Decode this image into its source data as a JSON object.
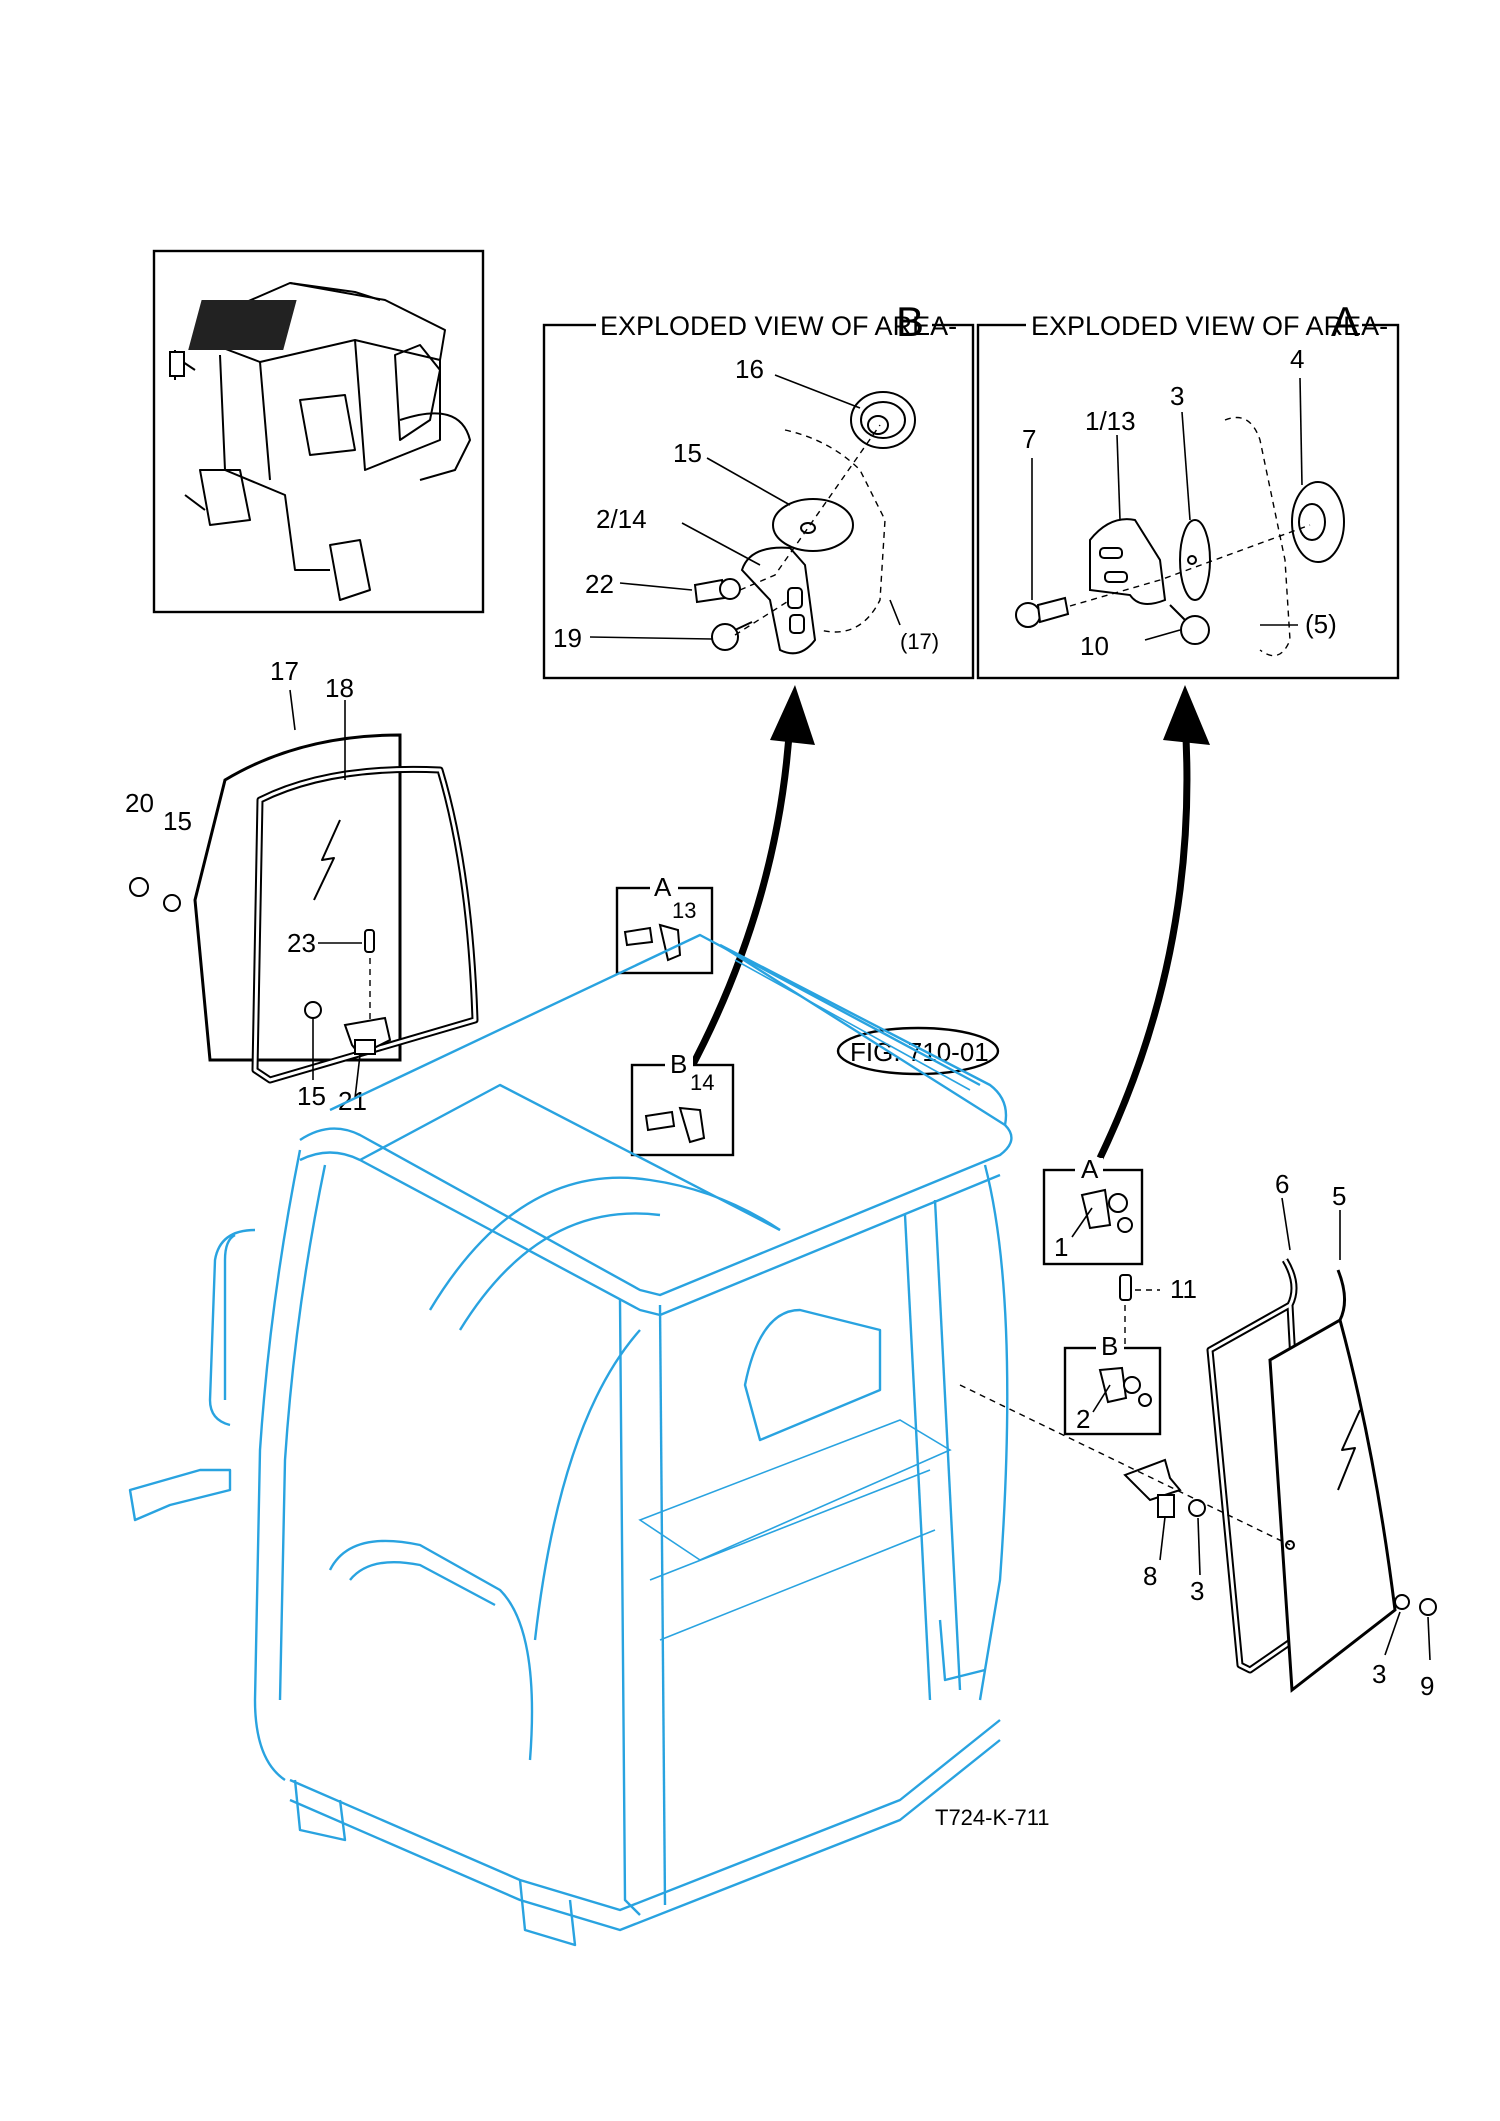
{
  "diagram": {
    "drawing_id": "T724-K-711",
    "fig_ref": "FIG. 710-01",
    "exploded_b": {
      "title": "EXPLODED VIEW OF AREA-",
      "letter": "B"
    },
    "exploded_a": {
      "title": "EXPLODED VIEW OF AREA-",
      "letter": "A"
    },
    "callouts": {
      "b16": "16",
      "b15": "15",
      "b2_14": "2/14",
      "b22": "22",
      "b19": "19",
      "b17": "(17)",
      "a7": "7",
      "a1_13": "1/13",
      "a3": "3",
      "a4": "4",
      "a10": "10",
      "a5": "(5)",
      "l17": "17",
      "l18": "18",
      "l20": "20",
      "l15a": "15",
      "l23": "23",
      "l15b": "15",
      "l21": "21",
      "dA1": "A",
      "d13": "13",
      "dB1": "B",
      "d14": "14",
      "dA2": "A",
      "d1": "1",
      "d11": "11",
      "dB2": "B",
      "d2": "2",
      "r6": "6",
      "r5": "5",
      "r8": "8",
      "r3a": "3",
      "r3b": "3",
      "r9": "9"
    },
    "colors": {
      "frame": "#29a3e0",
      "line": "#000000"
    }
  }
}
